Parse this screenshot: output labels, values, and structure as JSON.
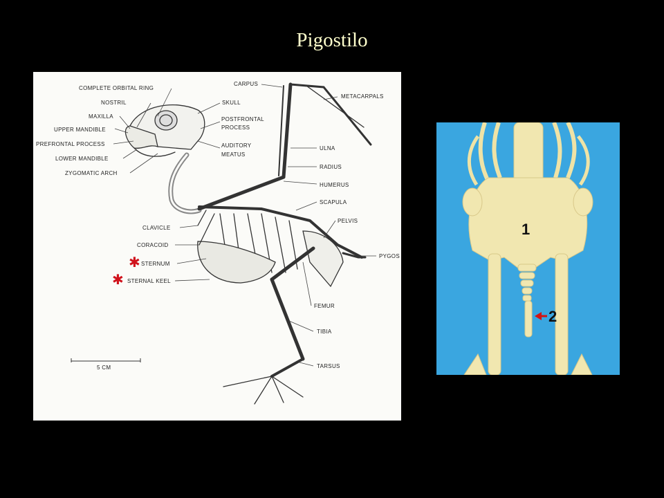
{
  "slide": {
    "title": "Pigostilo"
  },
  "diagram": {
    "labels_left": {
      "complete_orbital_ring": "COMPLETE ORBITAL RING",
      "nostril": "NOSTRIL",
      "maxilla": "MAXILLA",
      "upper_mandible": "UPPER MANDIBLE",
      "prefrontal_process": "PREFRONTAL PROCESS",
      "lower_mandible": "LOWER MANDIBLE",
      "zygomatic_arch": "ZYGOMATIC ARCH",
      "clavicle": "CLAVICLE",
      "coracoid": "CORACOID",
      "sternum": "STERNUM",
      "sternal_keel": "STERNAL KEEL"
    },
    "labels_right": {
      "carpus": "CARPUS",
      "skull": "SKULL",
      "postfrontal_1": "POSTFRONTAL",
      "postfrontal_2": "PROCESS",
      "auditory_1": "AUDITORY",
      "auditory_2": "MEATUS",
      "metacarpals": "METACARPALS",
      "ulna": "ULNA",
      "radius": "RADIUS",
      "humerus": "HUMERUS",
      "scapula": "SCAPULA",
      "pelvis": "PELVIS",
      "pygos": "PYGOS",
      "femur": "FEMUR",
      "tibia": "TIBIA",
      "tarsus": "TARSUS"
    },
    "scale_label": "5 CM",
    "asterisk_color": "#d0121c"
  },
  "photo": {
    "marker_1": "1",
    "marker_2": "2",
    "arrow_color": "#d11414",
    "background_color": "#3aa6e0"
  }
}
